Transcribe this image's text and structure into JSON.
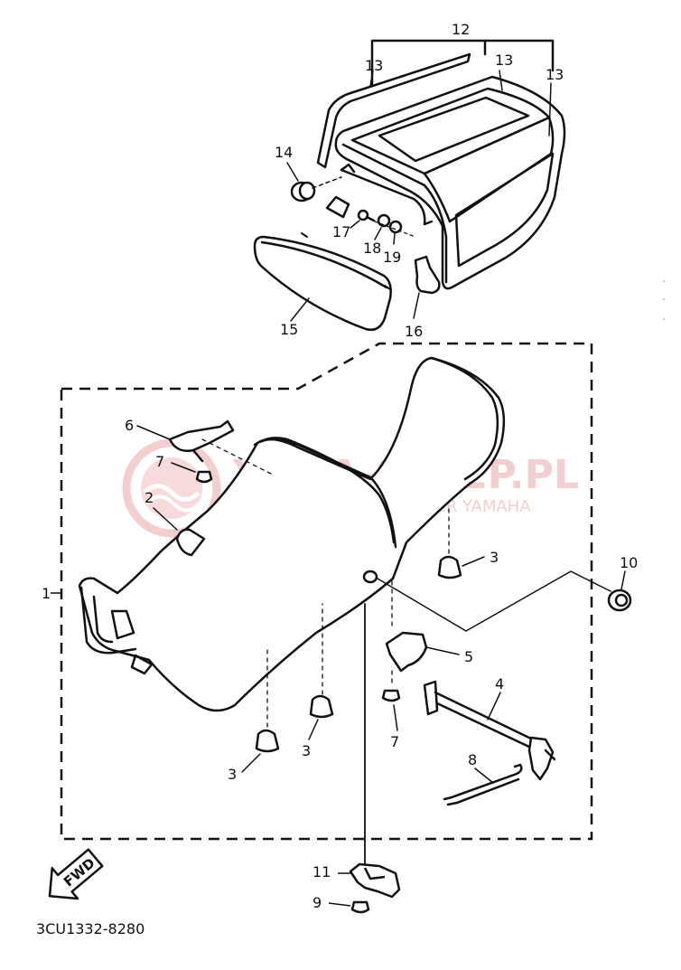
{
  "diagram": {
    "callouts": [
      {
        "id": "c12",
        "label": "12"
      },
      {
        "id": "c13a",
        "label": "13"
      },
      {
        "id": "c13b",
        "label": "13"
      },
      {
        "id": "c13c",
        "label": "13"
      },
      {
        "id": "c14",
        "label": "14"
      },
      {
        "id": "c15",
        "label": "15"
      },
      {
        "id": "c16",
        "label": "16"
      },
      {
        "id": "c17",
        "label": "17"
      },
      {
        "id": "c18",
        "label": "18"
      },
      {
        "id": "c19",
        "label": "19"
      },
      {
        "id": "c1",
        "label": "1"
      },
      {
        "id": "c2",
        "label": "2"
      },
      {
        "id": "c3a",
        "label": "3"
      },
      {
        "id": "c3b",
        "label": "3"
      },
      {
        "id": "c3c",
        "label": "3"
      },
      {
        "id": "c4",
        "label": "4"
      },
      {
        "id": "c5",
        "label": "5"
      },
      {
        "id": "c6",
        "label": "6"
      },
      {
        "id": "c7a",
        "label": "7"
      },
      {
        "id": "c7b",
        "label": "7"
      },
      {
        "id": "c8",
        "label": "8"
      },
      {
        "id": "c9",
        "label": "9"
      },
      {
        "id": "c10",
        "label": "10"
      },
      {
        "id": "c11",
        "label": "11"
      }
    ],
    "fwd_label": "FWD",
    "part_code": "3CU1332-8280"
  },
  "watermark": {
    "title": "YAMA-SKLEP.PL",
    "subtitle": "WOJCIECHOWICZ - DEALER YAMAHA",
    "color": "#f2c6c6"
  }
}
